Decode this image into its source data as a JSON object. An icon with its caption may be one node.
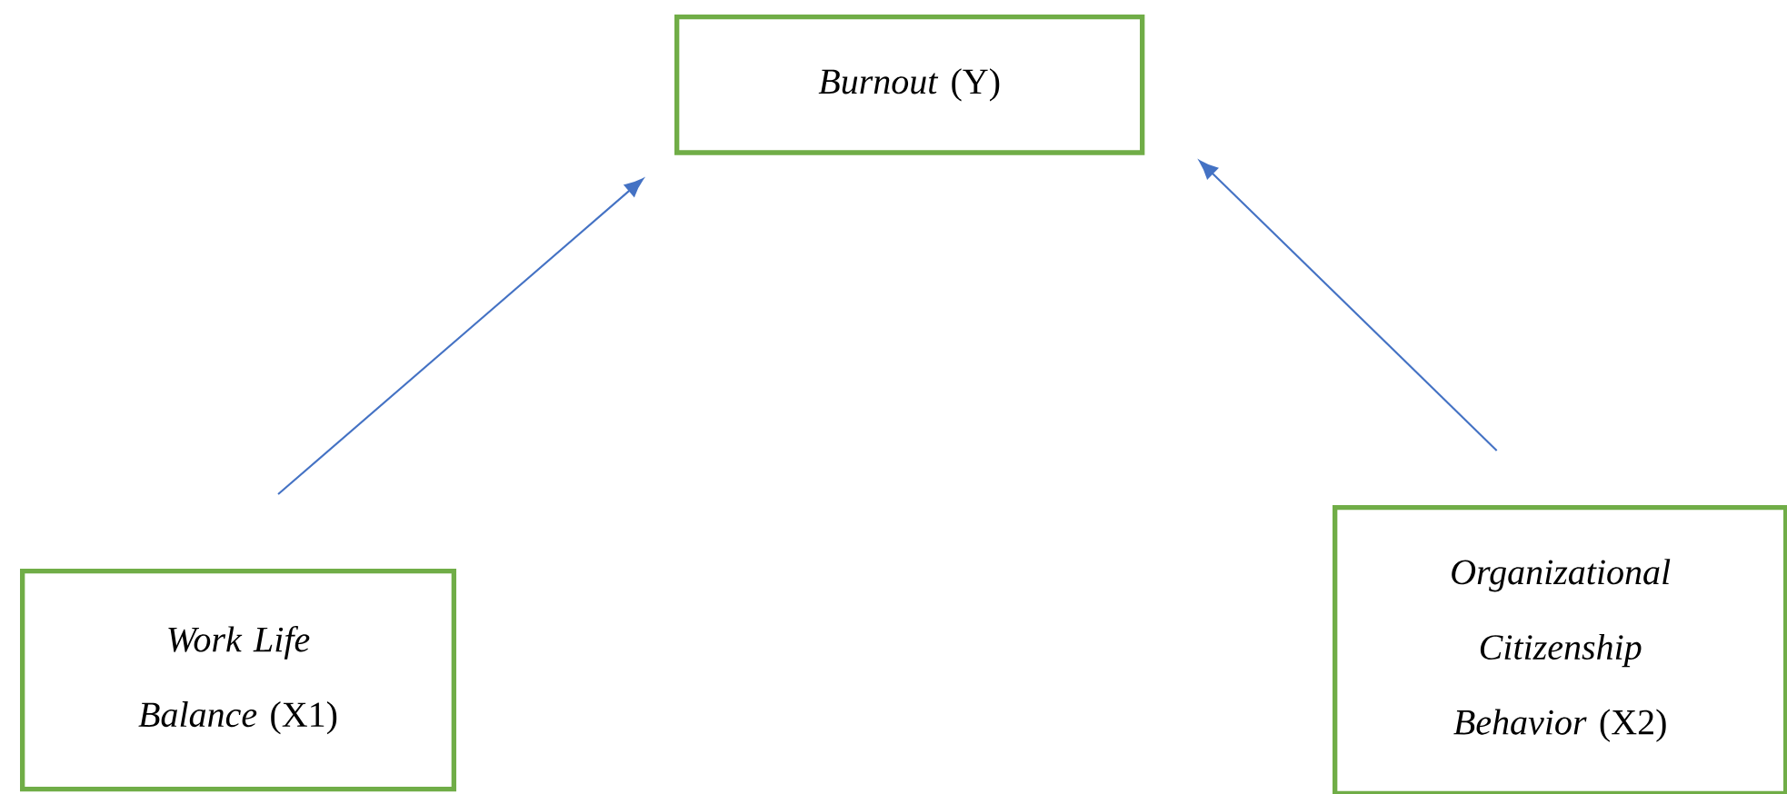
{
  "diagram": {
    "nodes": [
      {
        "text": [
          "*Burnout* (Y)"
        ]
      },
      {
        "text": [
          "*Work Life Balance* (X1)"
        ]
      },
      {
        "text": [
          "*Organizational Citizenship Behavior* (X2)"
        ]
      }
    ],
    "edges": [
      {
        "from": 1,
        "to": 0,
        "arrow": "to"
      },
      {
        "from": 2,
        "to": 0,
        "arrow": "to"
      }
    ]
  }
}
